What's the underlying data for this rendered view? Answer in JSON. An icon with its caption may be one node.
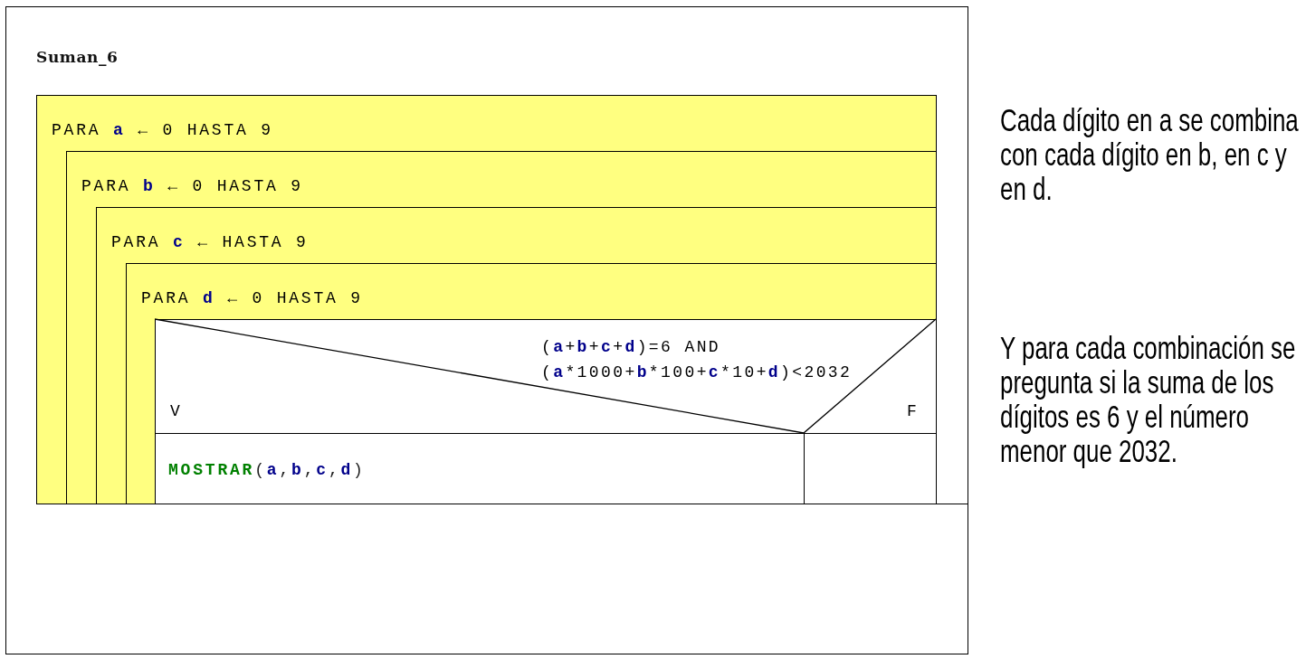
{
  "diagram": {
    "nodes": [
      {
        "text": [
          "Suman_6"
        ]
      },
      {
        "text": [
          "PARA **a** ← 0 HASTA 9"
        ],
        "in": 0
      },
      {
        "text": [
          "PARA **b** ← 0 HASTA 9"
        ],
        "in": 1
      },
      {
        "text": [
          "PARA **c** ← HASTA 9"
        ],
        "in": 2
      },
      {
        "text": [
          "PARA **d** ← 0 HASTA 9"
        ],
        "in": 3
      },
      {
        "text": [
          "(**a**+**b**+**c**+**d**)=6 AND (**a***1000+**b***100+**c***10+**d**)<2032",
          "V",
          "F"
        ],
        "in": 4
      },
      {
        "text": [
          "**MOSTRAR**(**a**,**b**,**c**,**d**)"
        ],
        "in": 4
      },
      {
        "text": [],
        "shape": "box",
        "in": 4
      }
    ],
    "labels": [
      "Cada dígito en a se combina con cada dígito en b, en c y en d.",
      "Y para cada combinación se pregunta si la suma de los dígitos es 6 y el número menor que 2032."
    ]
  }
}
